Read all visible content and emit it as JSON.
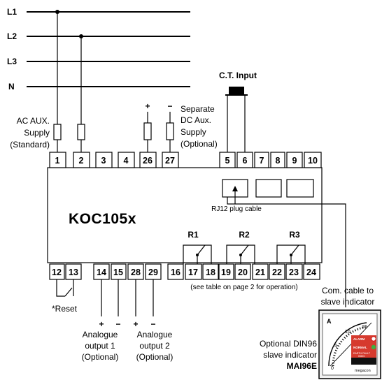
{
  "lines": [
    "L1",
    "L2",
    "L3",
    "N"
  ],
  "ct_input": "C.T. Input",
  "ac_aux": [
    "AC AUX.",
    "Supply",
    "(Standard)"
  ],
  "dc_aux": [
    "Separate",
    "DC Aux.",
    "Supply",
    "(Optional)"
  ],
  "dc_polarity": [
    "+",
    "−"
  ],
  "top_terminals": [
    "1",
    "2",
    "3",
    "4",
    "26",
    "27"
  ],
  "ct_terminals": [
    "5",
    "6",
    "7",
    "8",
    "9",
    "10"
  ],
  "device_name": "KOC105x",
  "rj12_label": "RJ12 plug cable",
  "relays": [
    "R1",
    "R2",
    "R3"
  ],
  "bottom_terminals": [
    "12",
    "13",
    "14",
    "15",
    "28",
    "29",
    "16",
    "17",
    "18",
    "19",
    "20",
    "21",
    "22",
    "23",
    "24"
  ],
  "table_note": "(see table on page 2 for operation)",
  "reset_label": "*Reset",
  "analogue_polarity": [
    "+",
    "−",
    "+",
    "−"
  ],
  "analogue_1": [
    "Analogue",
    "output 1",
    "(Optional)"
  ],
  "analogue_2": [
    "Analogue",
    "output 2",
    "(Optional)"
  ],
  "com_cable": [
    "Com. cable to",
    "slave indicator"
  ],
  "slave_indicator": [
    "Optional DIN96",
    "slave indicator"
  ],
  "slave_model": "MAI96E",
  "meter": {
    "unit": "A",
    "scale": [
      "0",
      "5",
      "10",
      "15"
    ],
    "alarm": "ALARM",
    "normal": "NORMAL",
    "earth_fault": [
      "EARTH FAULT",
      "INDIC"
    ],
    "brand": "megacon"
  }
}
